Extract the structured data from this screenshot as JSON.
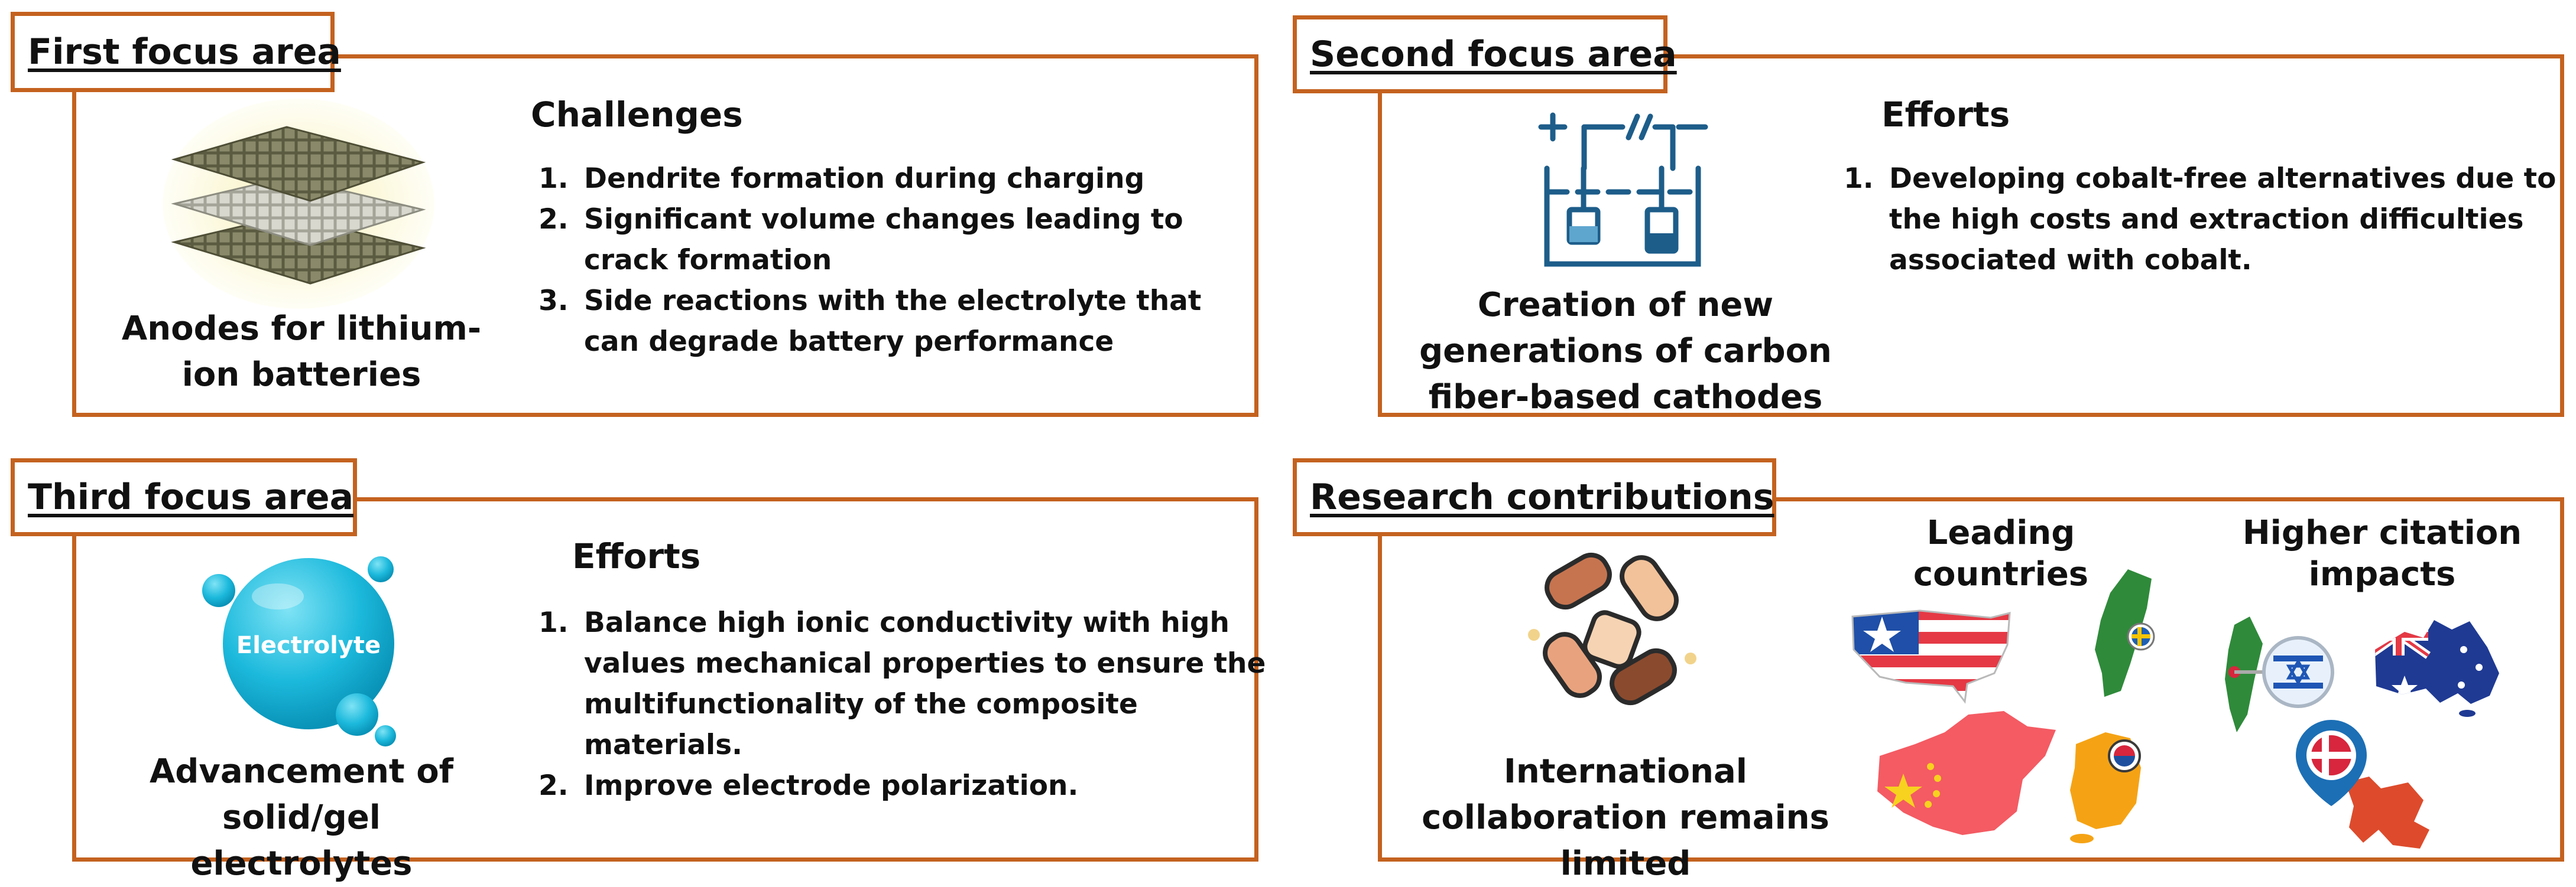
{
  "colors": {
    "frame": "#c4621f"
  },
  "first": {
    "tag": "First focus area",
    "heading": "Challenges",
    "caption": "Anodes for lithium-ion batteries",
    "items": [
      "Dendrite formation during charging",
      "Significant volume changes leading to crack formation",
      "Side reactions with the electrolyte that can degrade battery performance"
    ]
  },
  "second": {
    "tag": "Second focus area",
    "heading": "Efforts",
    "caption": "Creation of new generations of carbon fiber-based cathodes",
    "items": [
      "Developing cobalt-free alternatives due to the high costs and extraction difficulties associated with cobalt."
    ]
  },
  "third": {
    "tag": "Third focus area",
    "heading": "Efforts",
    "caption": "Advancement of solid/gel electrolytes",
    "bubble_label": "Electrolyte",
    "items": [
      "Balance high ionic conductivity with high values mechanical properties to ensure the multifunctionality of the composite materials.",
      "Improve electrode polarization."
    ]
  },
  "fourth": {
    "tag": "Research contributions",
    "caption": "International collaboration remains limited",
    "leading_heading": "Leading countries",
    "citation_heading": "Higher citation impacts"
  },
  "icons": {
    "anode": "layered-mesh-anode-icon",
    "cell": "electrochemical-cell-icon",
    "electrolyte": "electrolyte-bubble-icon",
    "hands": "joined-hands-icon",
    "usa": "usa-flag-map-icon",
    "sweden": "sweden-map-icon",
    "china": "china-flag-map-icon",
    "korea": "south-korea-map-icon",
    "israel": "israel-map-icon",
    "australia": "australia-flag-map-icon",
    "denmark": "denmark-map-icon"
  }
}
